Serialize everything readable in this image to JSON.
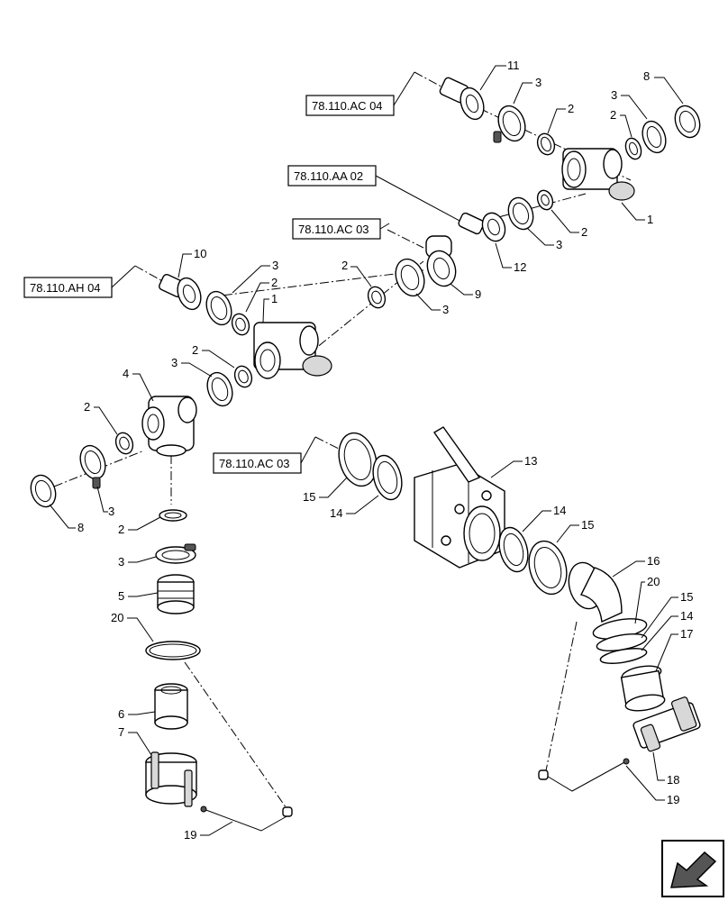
{
  "reference_boxes": [
    {
      "id": "ac04-top",
      "label": "78.110.AC 04"
    },
    {
      "id": "aa02",
      "label": "78.110.AA 02"
    },
    {
      "id": "ac03-mid",
      "label": "78.110.AC 03"
    },
    {
      "id": "ah04",
      "label": "78.110.AH 04"
    },
    {
      "id": "ac03-low",
      "label": "78.110.AC 03"
    }
  ],
  "callouts": [
    {
      "id": "c11",
      "num": "11"
    },
    {
      "id": "c3a",
      "num": "3"
    },
    {
      "id": "c8a",
      "num": "8"
    },
    {
      "id": "c2a",
      "num": "2"
    },
    {
      "id": "c2b",
      "num": "2"
    },
    {
      "id": "c3b",
      "num": "3"
    },
    {
      "id": "c1a",
      "num": "1"
    },
    {
      "id": "c2c",
      "num": "2"
    },
    {
      "id": "c3c",
      "num": "3"
    },
    {
      "id": "c12",
      "num": "12"
    },
    {
      "id": "c10",
      "num": "10"
    },
    {
      "id": "c3d",
      "num": "3"
    },
    {
      "id": "c2d",
      "num": "2"
    },
    {
      "id": "c1b",
      "num": "1"
    },
    {
      "id": "c2e",
      "num": "2"
    },
    {
      "id": "c9",
      "num": "9"
    },
    {
      "id": "c3e",
      "num": "3"
    },
    {
      "id": "c2f",
      "num": "2"
    },
    {
      "id": "c3f",
      "num": "3"
    },
    {
      "id": "c4",
      "num": "4"
    },
    {
      "id": "c2g",
      "num": "2"
    },
    {
      "id": "c8b",
      "num": "8"
    },
    {
      "id": "c3g",
      "num": "3"
    },
    {
      "id": "c2h",
      "num": "2"
    },
    {
      "id": "c3h",
      "num": "3"
    },
    {
      "id": "c5",
      "num": "5"
    },
    {
      "id": "c20a",
      "num": "20"
    },
    {
      "id": "c6",
      "num": "6"
    },
    {
      "id": "c7",
      "num": "7"
    },
    {
      "id": "c19a",
      "num": "19"
    },
    {
      "id": "c13",
      "num": "13"
    },
    {
      "id": "c15a",
      "num": "15"
    },
    {
      "id": "c14a",
      "num": "14"
    },
    {
      "id": "c14b",
      "num": "14"
    },
    {
      "id": "c15b",
      "num": "15"
    },
    {
      "id": "c16",
      "num": "16"
    },
    {
      "id": "c20b",
      "num": "20"
    },
    {
      "id": "c15c",
      "num": "15"
    },
    {
      "id": "c14c",
      "num": "14"
    },
    {
      "id": "c17",
      "num": "17"
    },
    {
      "id": "c18",
      "num": "18"
    },
    {
      "id": "c19b",
      "num": "19"
    }
  ],
  "icons": {
    "navigation": "previous-page-arrow-icon"
  }
}
